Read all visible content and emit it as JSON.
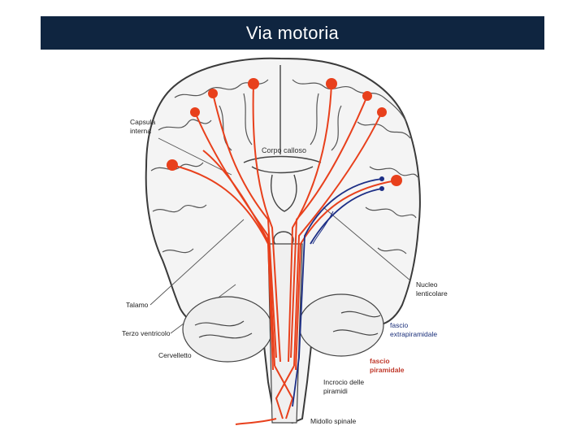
{
  "slide": {
    "title": "Via motoria"
  },
  "labels": {
    "capsula": [
      "Capsula",
      "interna"
    ],
    "corpo_calloso": "Corpo calloso",
    "nucleo": [
      "Nucleo",
      "lenticolare"
    ],
    "talamo": "Talamo",
    "terzo_ventricolo": "Terzo ventricolo",
    "cervelletto": "Cervelletto",
    "fascio_extra": [
      "fascio",
      "extrapiramidale"
    ],
    "fascio_pir": [
      "fascio",
      "piramidale"
    ],
    "incrocio": [
      "Incrocio delle",
      "piramidi"
    ],
    "midollo": "Midollo spinale"
  },
  "colors": {
    "pyramidal": "#e8401c",
    "extrapyramidal": "#1d2f86",
    "outline": "#3a3a3a",
    "header_bg": "#0f2540"
  }
}
